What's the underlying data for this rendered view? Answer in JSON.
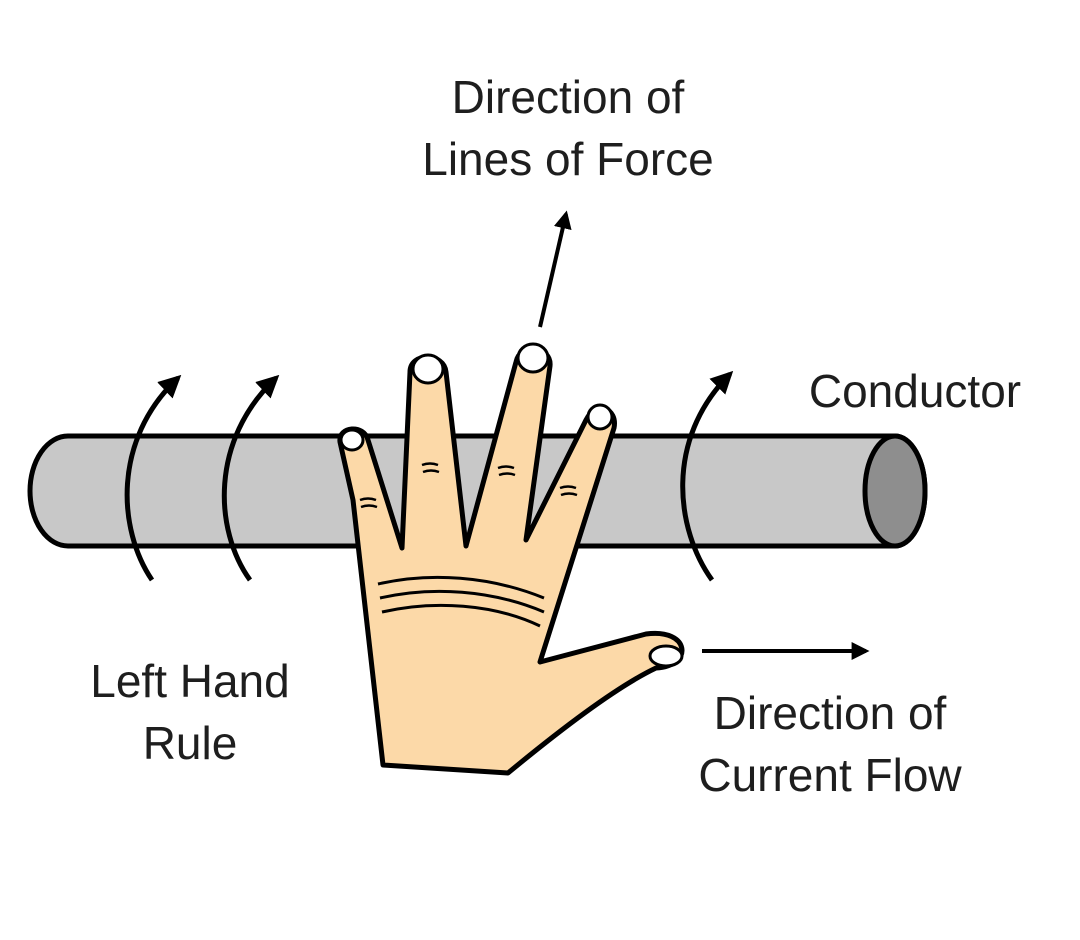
{
  "labels": {
    "force": {
      "line1": "Direction of",
      "line2": "Lines of Force"
    },
    "conductor": "Conductor",
    "rule": {
      "line1": "Left Hand",
      "line2": "Rule"
    },
    "current": {
      "line1": "Direction of",
      "line2": "Current Flow"
    }
  },
  "colors": {
    "conductor_fill": "#c8c8c8",
    "conductor_end": "#8e8e8e",
    "skin": "#fcd9a8",
    "outline": "#000000",
    "text": "#1e1e1e"
  },
  "icons": {
    "hand": "left-hand-icon",
    "field_arrows": "curved-arrow-icon",
    "force_arrow": "arrow-up-icon",
    "current_arrow": "arrow-right-icon"
  }
}
